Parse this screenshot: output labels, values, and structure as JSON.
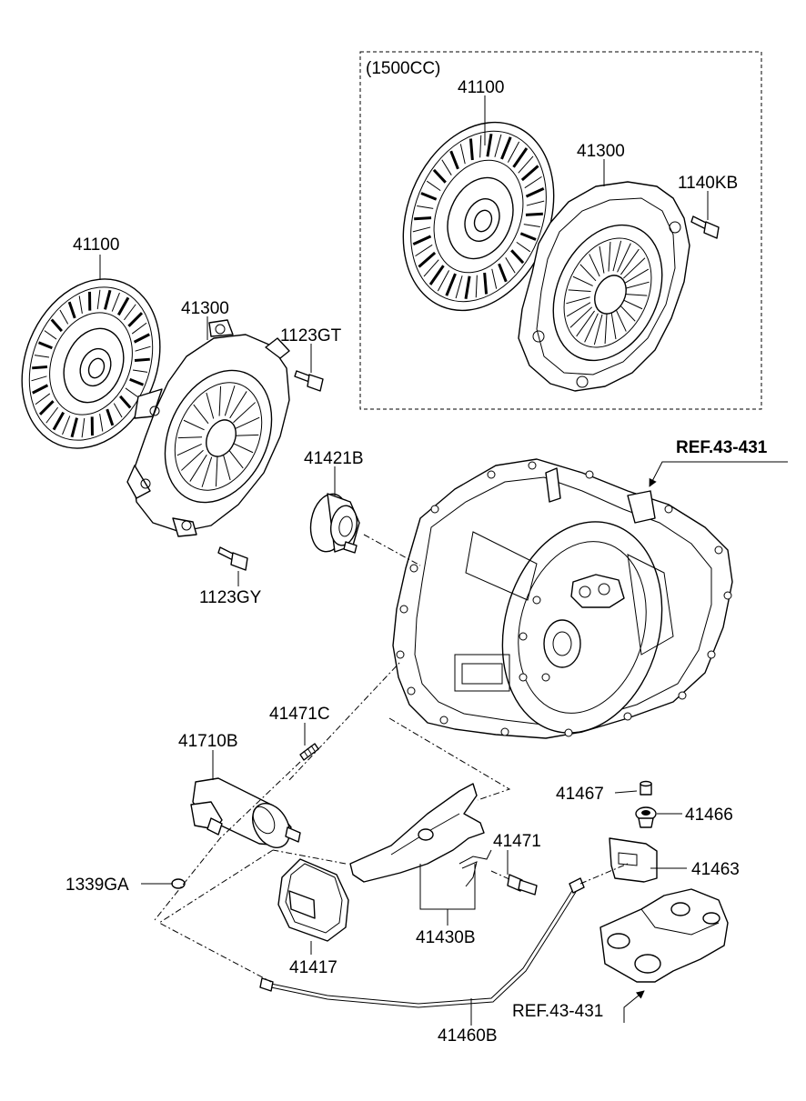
{
  "group_label": "(1500CC)",
  "labels": {
    "disc_top": "41100",
    "cover_top": "41300",
    "bolt_top": "1140KB",
    "disc_left": "41100",
    "cover_left": "41300",
    "bolt_upper": "1123GT",
    "bolt_lower": "1123GY",
    "bearing": "41421B",
    "ref_upper": "REF.43-431",
    "bolt_41471c": "41471C",
    "cylinder": "41710B",
    "pin": "41467",
    "bushing": "41466",
    "bracket": "41463",
    "clip": "41471",
    "washer": "1339GA",
    "boot": "41417",
    "fork": "41430B",
    "ref_lower": "REF.43-431",
    "pipe": "41460B"
  }
}
